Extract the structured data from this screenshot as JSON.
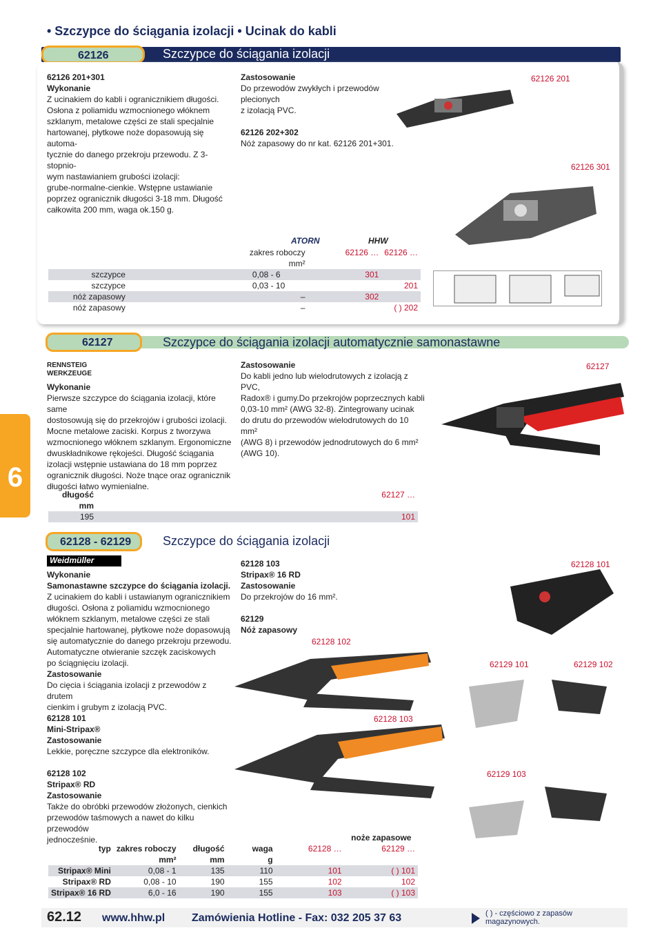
{
  "page_title": "• Szczypce do ściągania izolacji • Ucinak do kabli",
  "s1": {
    "tab": "62126",
    "title": "Szczypce do ściągania izolacji",
    "left": [
      "62126 201+301",
      "Wykonanie",
      "Z ucinakiem do kabli i ogranicznikiem długości.",
      "Osłona z poliamidu wzmocnionego włóknem",
      "szklanym, metalowe części ze stali specjalnie",
      "hartowanej, płytkowe noże dopasowują się automa-",
      "tycznie do danego przekroju przewodu. Z 3-stopnio-",
      "wym nastawianiem grubości izolacji:",
      "grube-normalne-cienkie. Wstępne ustawianie",
      "poprzez ogranicznik długości 3-18 mm. Długość",
      "całkowita 200 mm, waga ok.150 g."
    ],
    "mid": [
      "Zastosowanie",
      "Do przewodów zwykłych i przewodów plecionych",
      "z izolacją PVC.",
      "",
      "62126 202+302",
      "Nóż zapasowy do nr kat. 62126 201+301."
    ],
    "label_a": "62126 201",
    "label_b": "62126 301",
    "brand1": "ATORN",
    "brand2": "HHW",
    "table_head": [
      "zakres roboczy",
      "mm²",
      "62126 …",
      "62126 …"
    ],
    "rows": [
      [
        "szczypce",
        "0,08 - 6",
        "301",
        ""
      ],
      [
        "szczypce",
        "0,03 - 10",
        "",
        "201"
      ],
      [
        "nóż zapasowy",
        "–",
        "302",
        ""
      ],
      [
        "nóż zapasowy",
        "–",
        "",
        "( ) 202"
      ]
    ]
  },
  "s2": {
    "tab": "62127",
    "title": "Szczypce do ściągania izolacji automatycznie samonastawne",
    "brand": "RENNSTEIG WERKZEUGE",
    "left": [
      "Wykonanie",
      "Pierwsze szczypce do ściągania izolacji, które same",
      "dostosowują się do przekrojów i grubości izolacji.",
      "Mocne metalowe zaciski. Korpus z tworzywa",
      "wzmocnionego włóknem szklanym. Ergonomiczne",
      "dwuskładnikowe rękojeści. Długość ściągania",
      "izolacji wstępnie ustawiana do 18 mm poprzez",
      "ogranicznik długości. Noże tnące oraz ogranicznik",
      "długości łatwo wymienialne."
    ],
    "mid": [
      "Zastosowanie",
      "Do kabli jedno lub wielodrutowych z izolacją z PVC,",
      "Radox® i gumy.Do przekrojów poprzecznych kabli",
      "0,03-10 mm² (AWG 32-8). Zintegrowany ucinak",
      "do drutu do przewodów wielodrutowych do 10 mm²",
      "(AWG 8) i przewodów jednodrutowych do 6 mm²",
      "(AWG 10)."
    ],
    "label": "62127",
    "table": {
      "h1": "długość",
      "h2": "mm",
      "h3": "62127 …",
      "v1": "195",
      "v2": "101"
    }
  },
  "s3": {
    "tab": "62128 - 62129",
    "title": "Szczypce do ściągania izolacji",
    "brand": "Weidmüller",
    "left": [
      "Wykonanie",
      "Samonastawne szczypce do ściągania izolacji.",
      "Z ucinakiem do kabli i ustawianym ogranicznikiem",
      "długości. Osłona z poliamidu wzmocnionego",
      "włóknem szklanym, metalowe części ze stali",
      "specjalnie hartowanej, płytkowe noże dopasowują",
      "się automatycznie do danego przekroju przewodu.",
      "Automatyczne otwieranie szczęk zaciskowych",
      "po ściągnięciu izolacji.",
      "Zastosowanie",
      "Do cięcia i ściągania izolacji z przewodów z drutem",
      "cienkim i grubym z izolacją PVC."
    ],
    "left2": [
      "62128 101",
      "Mini-Stripax®",
      "Zastosowanie",
      "Lekkie, poręczne szczypce dla elektroników.",
      "",
      "62128 102",
      "Stripax® RD",
      "Zastosowanie",
      "Także do obróbki przewodów złożonych, cienkich",
      "przewodów taśmowych a nawet do kilku przewodów",
      "jednocześnie."
    ],
    "mid": [
      "62128 103",
      "Stripax® 16 RD",
      "Zastosowanie",
      "Do przekrojów do 16 mm².",
      "",
      "62129",
      "Nóż zapasowy"
    ],
    "labels": {
      "l101": "62128 101",
      "l102": "62128 102",
      "l103": "62128 103",
      "k101": "62129 101",
      "k102": "62129 102",
      "k103": "62129 103"
    },
    "table_head": [
      "typ",
      "zakres roboczy",
      "długość",
      "waga",
      "62128 …",
      "noże zapasowe",
      "62129 …"
    ],
    "units": [
      "mm²",
      "mm",
      "g"
    ],
    "rows": [
      [
        "Stripax® Mini",
        "0,08 - 1",
        "135",
        "110",
        "101",
        "( ) 101"
      ],
      [
        "Stripax® RD",
        "0,08 - 10",
        "190",
        "155",
        "102",
        "102"
      ],
      [
        "Stripax® 16 RD",
        "6,0 - 16",
        "190",
        "155",
        "103",
        "( ) 103"
      ]
    ]
  },
  "side_number": "6",
  "footer": {
    "page": "62.12",
    "url": "www.hhw.pl",
    "hotline": "Zamówienia Hotline - Fax: 032 205 37 63",
    "note": "( ) - częściowo z zapasów magazynowych."
  }
}
